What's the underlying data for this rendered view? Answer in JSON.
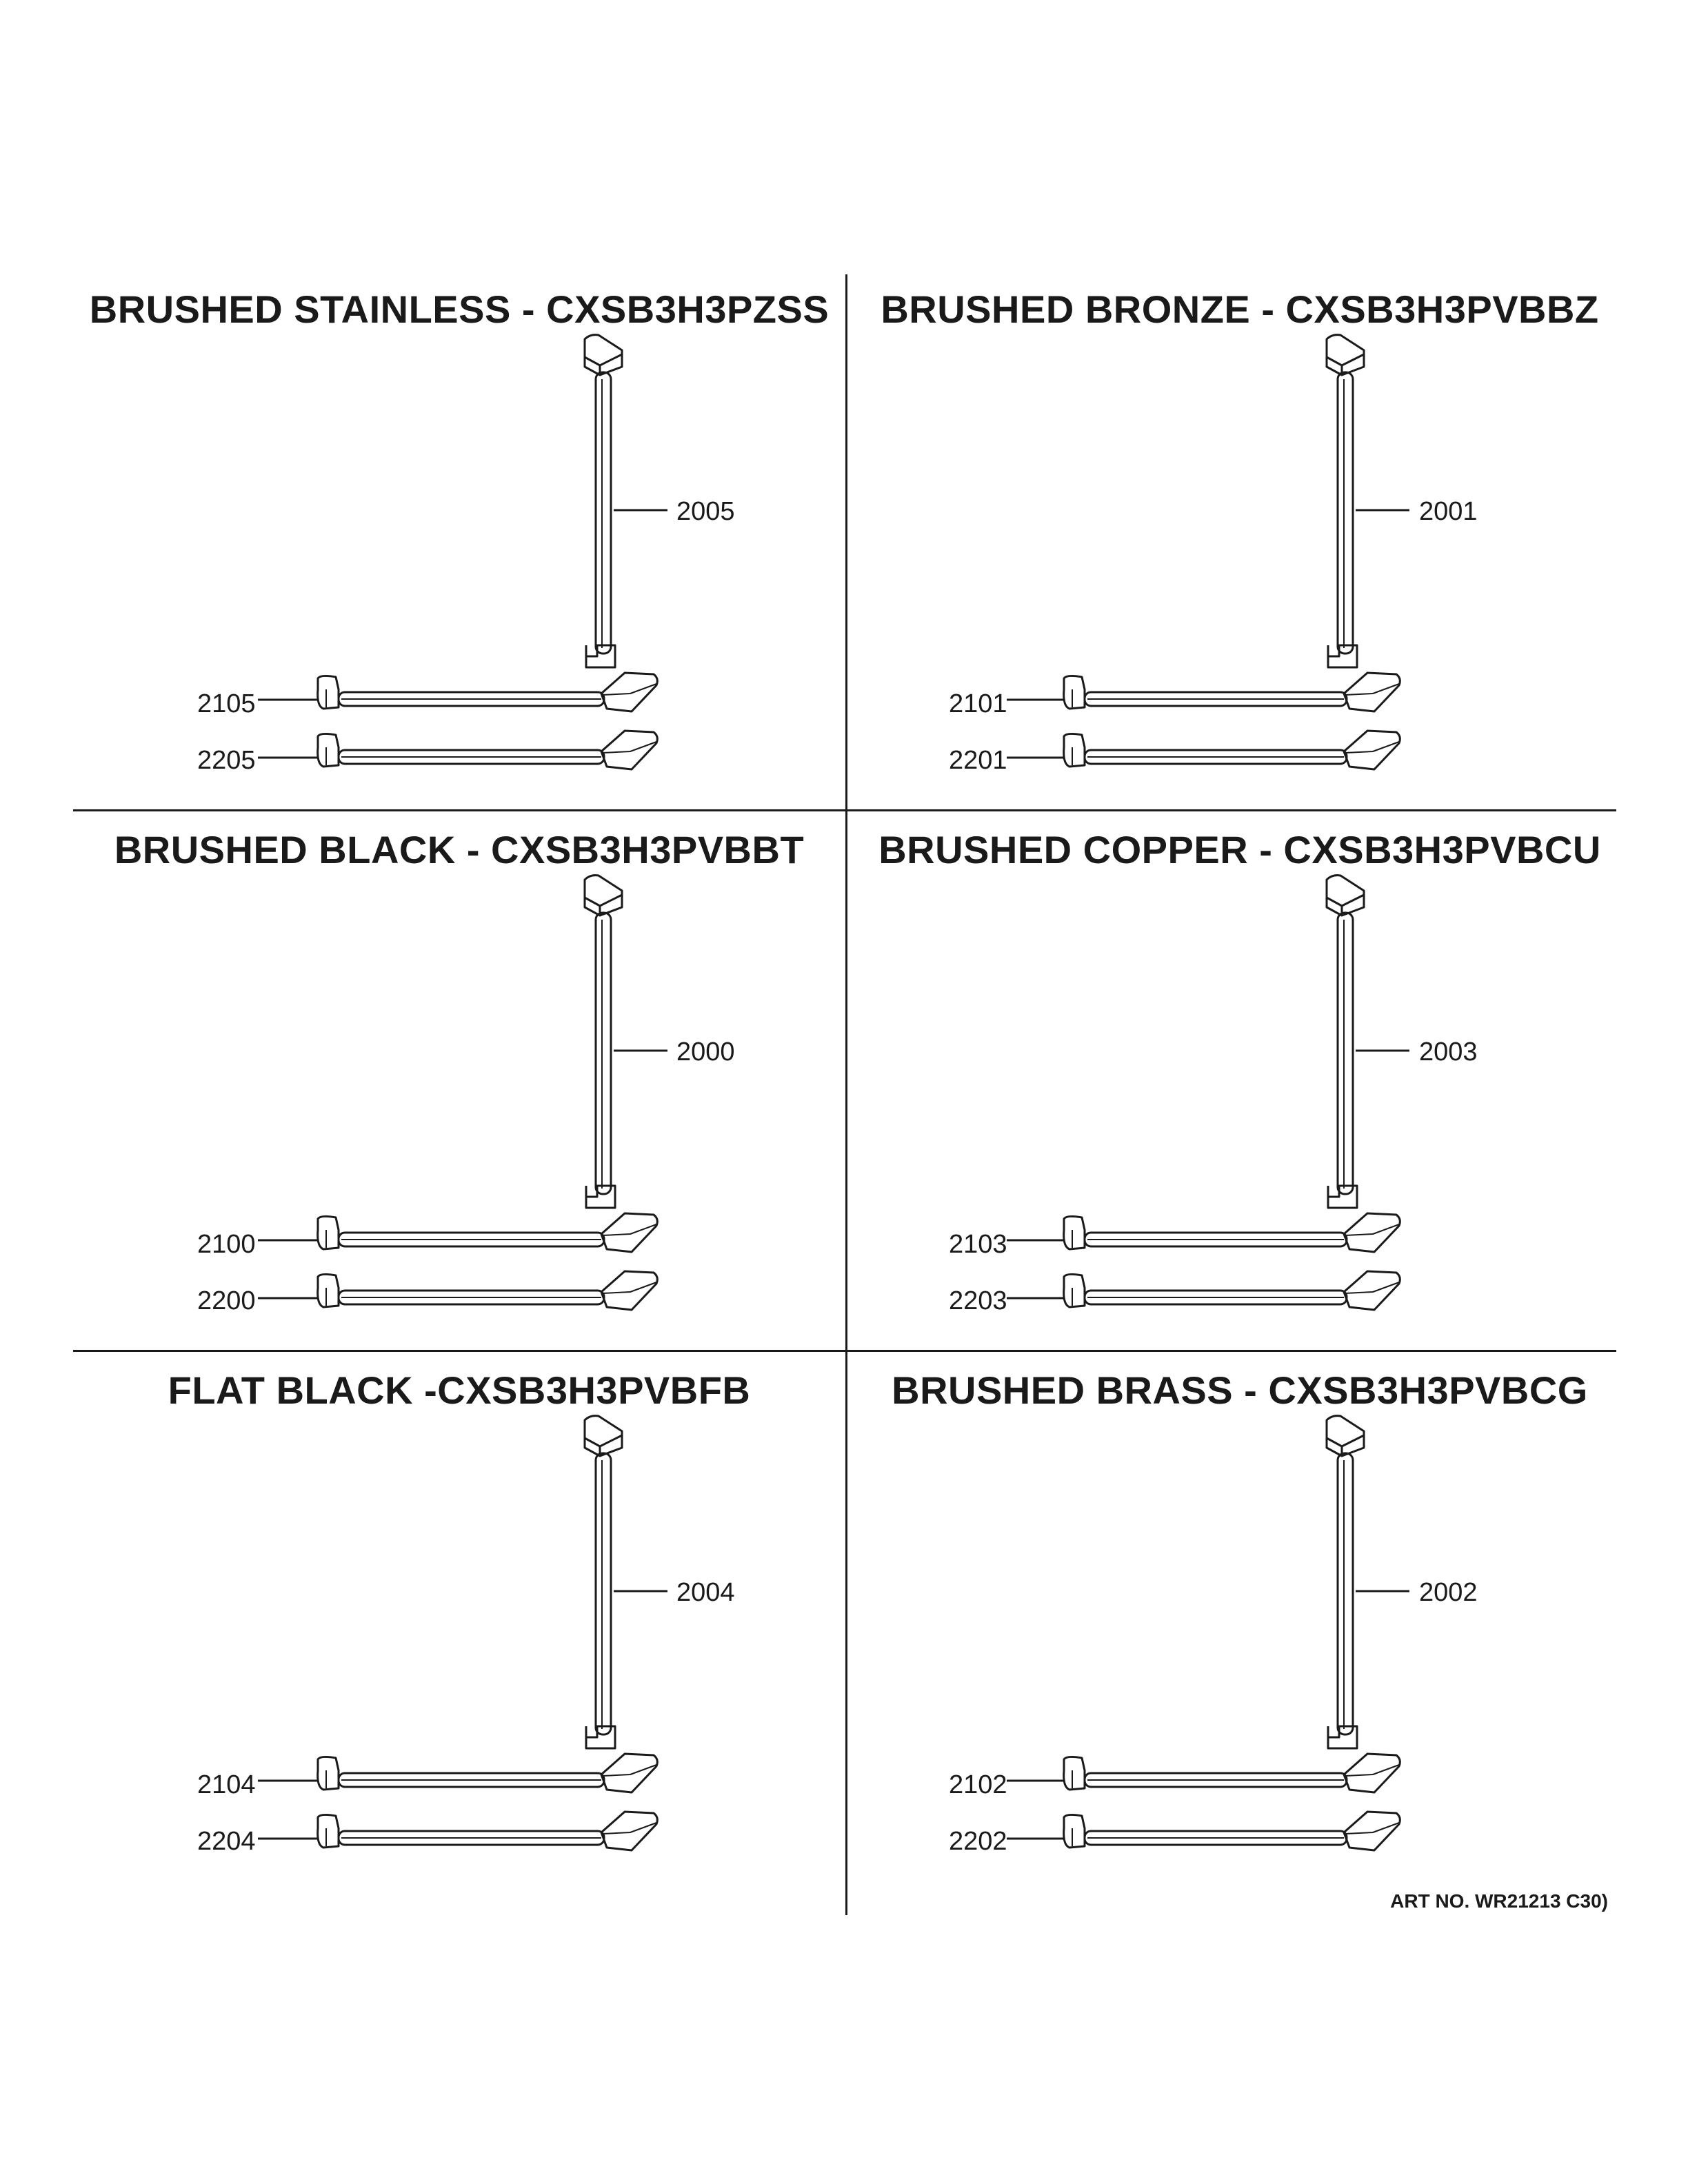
{
  "panels": [
    {
      "title": "BRUSHED STAINLESS - CXSB3H3PZSS",
      "vertical_part": "2005",
      "upper_part": "2105",
      "lower_part": "2205"
    },
    {
      "title": "BRUSHED BRONZE - CXSB3H3PVBBZ",
      "vertical_part": "2001",
      "upper_part": "2101",
      "lower_part": "2201"
    },
    {
      "title": "BRUSHED BLACK - CXSB3H3PVBBT",
      "vertical_part": "2000",
      "upper_part": "2100",
      "lower_part": "2200"
    },
    {
      "title": "BRUSHED COPPER - CXSB3H3PVBCU",
      "vertical_part": "2003",
      "upper_part": "2103",
      "lower_part": "2203"
    },
    {
      "title": "FLAT BLACK -CXSB3H3PVBFB",
      "vertical_part": "2004",
      "upper_part": "2104",
      "lower_part": "2204"
    },
    {
      "title": "BRUSHED BRASS - CXSB3H3PVBCG",
      "vertical_part": "2002",
      "upper_part": "2102",
      "lower_part": "2202"
    }
  ],
  "art_number": "ART NO. WR21213 C30)"
}
